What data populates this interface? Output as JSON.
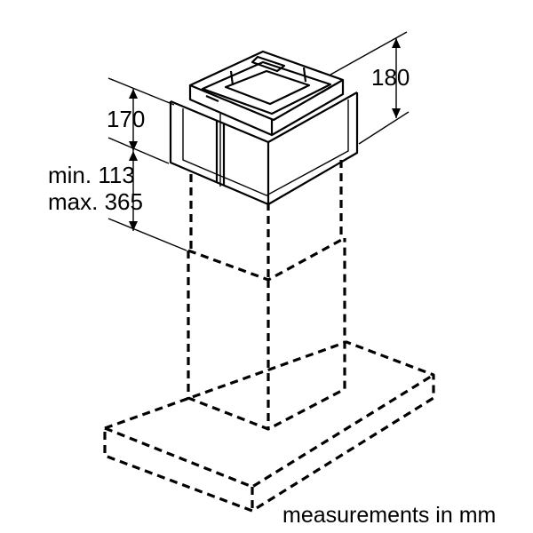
{
  "dimensions": {
    "top_height": "180",
    "box_height": "170",
    "min_label": "min. 113",
    "max_label": "max. 365"
  },
  "caption": "measurements in mm",
  "colors": {
    "line": "#000000",
    "background": "#ffffff"
  }
}
